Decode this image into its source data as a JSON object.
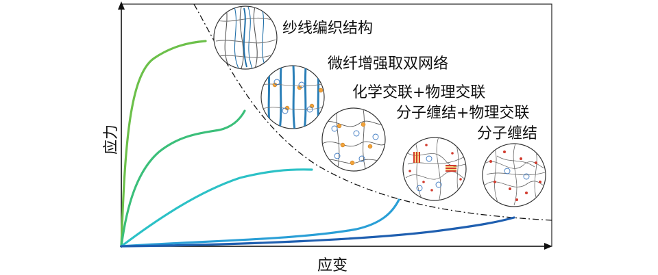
{
  "axes": {
    "x_label": "应变",
    "y_label": "应力"
  },
  "structures": [
    {
      "label": "纱线编织结构",
      "kind": "braided-yarn"
    },
    {
      "label": "微纤增强取双网络",
      "kind": "microfiber-double-network"
    },
    {
      "label": "化学交联+物理交联",
      "kind": "chemical-physical-crosslink"
    },
    {
      "label": "分子缠结+物理交联",
      "kind": "entanglement-physical-crosslink"
    },
    {
      "label": "分子缠结",
      "kind": "entanglement"
    }
  ],
  "curves": [
    {
      "color": "#6cc04a"
    },
    {
      "color": "#3bbf7a"
    },
    {
      "color": "#2cc1c6"
    },
    {
      "color": "#2a9fd6"
    },
    {
      "color": "#1f5fb0"
    }
  ]
}
